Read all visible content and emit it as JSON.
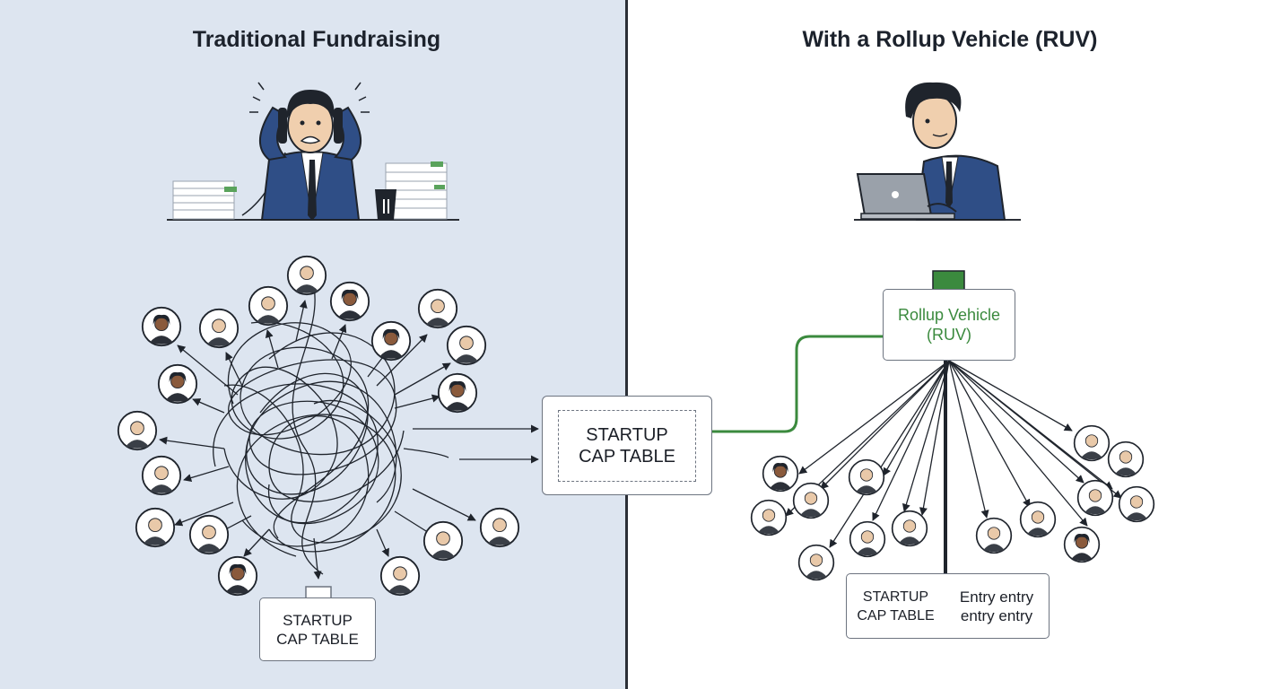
{
  "left_panel": {
    "title": "Traditional Fundraising",
    "cap_table_label": "STARTUP\nCAP TABLE"
  },
  "center": {
    "cap_table_label": "STARTUP\nCAP TABLE"
  },
  "right_panel": {
    "title": "With a Rollup Vehicle (RUV)",
    "ruv_label": "Rollup Vehicle\n(RUV)",
    "cap_table_label": "STARTUP\nCAP TABLE",
    "entry_label": "Entry entry\nentry entry"
  },
  "colors": {
    "left_background": "#dde5f0",
    "right_background": "#ffffff",
    "accent_green": "#3b8a3e",
    "suit_blue": "#2f4e86",
    "line_dark": "#1f242c"
  }
}
